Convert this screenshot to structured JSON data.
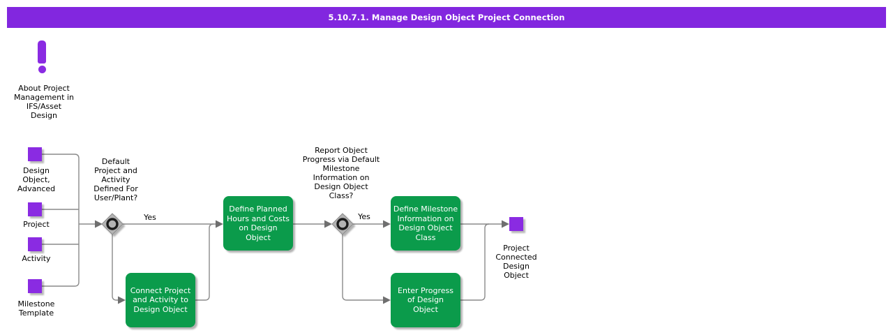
{
  "title": "5.10.7.1. Manage Design Object Project Connection",
  "colors": {
    "banner": "#8227DF",
    "node_purple": "#8A2BE2",
    "task_green": "#0B9B4B",
    "line_gray": "#8a8a8a",
    "gateway_gray": "#B3B3B3"
  },
  "info": {
    "icon": "exclamation-icon",
    "label": "About Project\nManagement in\nIFS/Asset\nDesign"
  },
  "inputs": [
    {
      "label": "Design\nObject,\nAdvanced"
    },
    {
      "label": "Project"
    },
    {
      "label": "Activity"
    },
    {
      "label": "Milestone\nTemplate"
    }
  ],
  "gateways": [
    {
      "question": "Default\nProject and\nActivity\nDefined For\nUser/Plant?",
      "yes_label": "Yes"
    },
    {
      "question": "Report Object\nProgress via Default\nMilestone\nInformation on\nDesign Object\nClass?",
      "yes_label": "Yes"
    }
  ],
  "tasks": [
    {
      "label": "Define Planned\nHours and Costs\non Design\nObject"
    },
    {
      "label": "Connect Project\nand Activity to\nDesign Object"
    },
    {
      "label": "Define Milestone\nInformation on\nDesign Object\nClass"
    },
    {
      "label": "Enter Progress\nof Design\nObject"
    }
  ],
  "output": {
    "label": "Project\nConnected\nDesign\nObject"
  }
}
